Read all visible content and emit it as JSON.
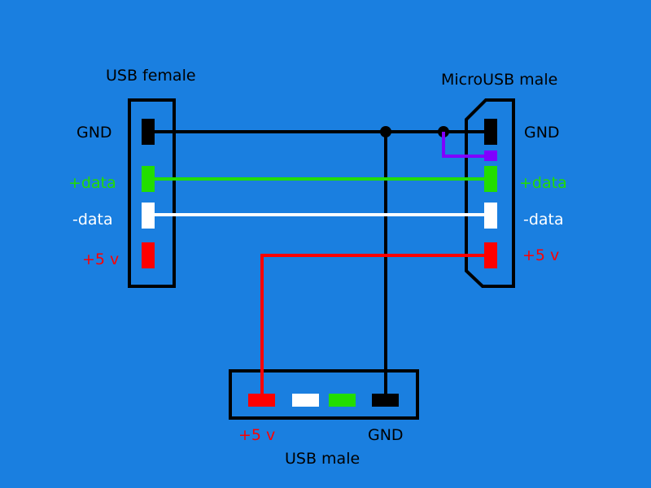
{
  "title_usb_female": "USB female",
  "title_micro_usb_male": "MicroUSB male",
  "title_usb_male": "USB male",
  "colors": {
    "background": "#1a7fe0",
    "gnd": "#000000",
    "data_plus": "#22dd00",
    "data_minus": "#ffffff",
    "vcc": "#ff0000",
    "id": "#7f00ff"
  },
  "usb_female": {
    "pins": [
      {
        "label": "GND",
        "color": "#000000"
      },
      {
        "label": "+data",
        "color": "#22dd00"
      },
      {
        "label": "-data",
        "color": "#ffffff"
      },
      {
        "label": "+5 v",
        "color": "#ff0000"
      }
    ]
  },
  "micro_usb_male": {
    "pins": [
      {
        "label": "GND",
        "color": "#000000"
      },
      {
        "label": "+data",
        "color": "#22dd00"
      },
      {
        "label": "-data",
        "color": "#ffffff"
      },
      {
        "label": "+5 v",
        "color": "#ff0000"
      }
    ]
  },
  "usb_male": {
    "labels": {
      "vcc": "+5 v",
      "gnd": "GND"
    }
  }
}
